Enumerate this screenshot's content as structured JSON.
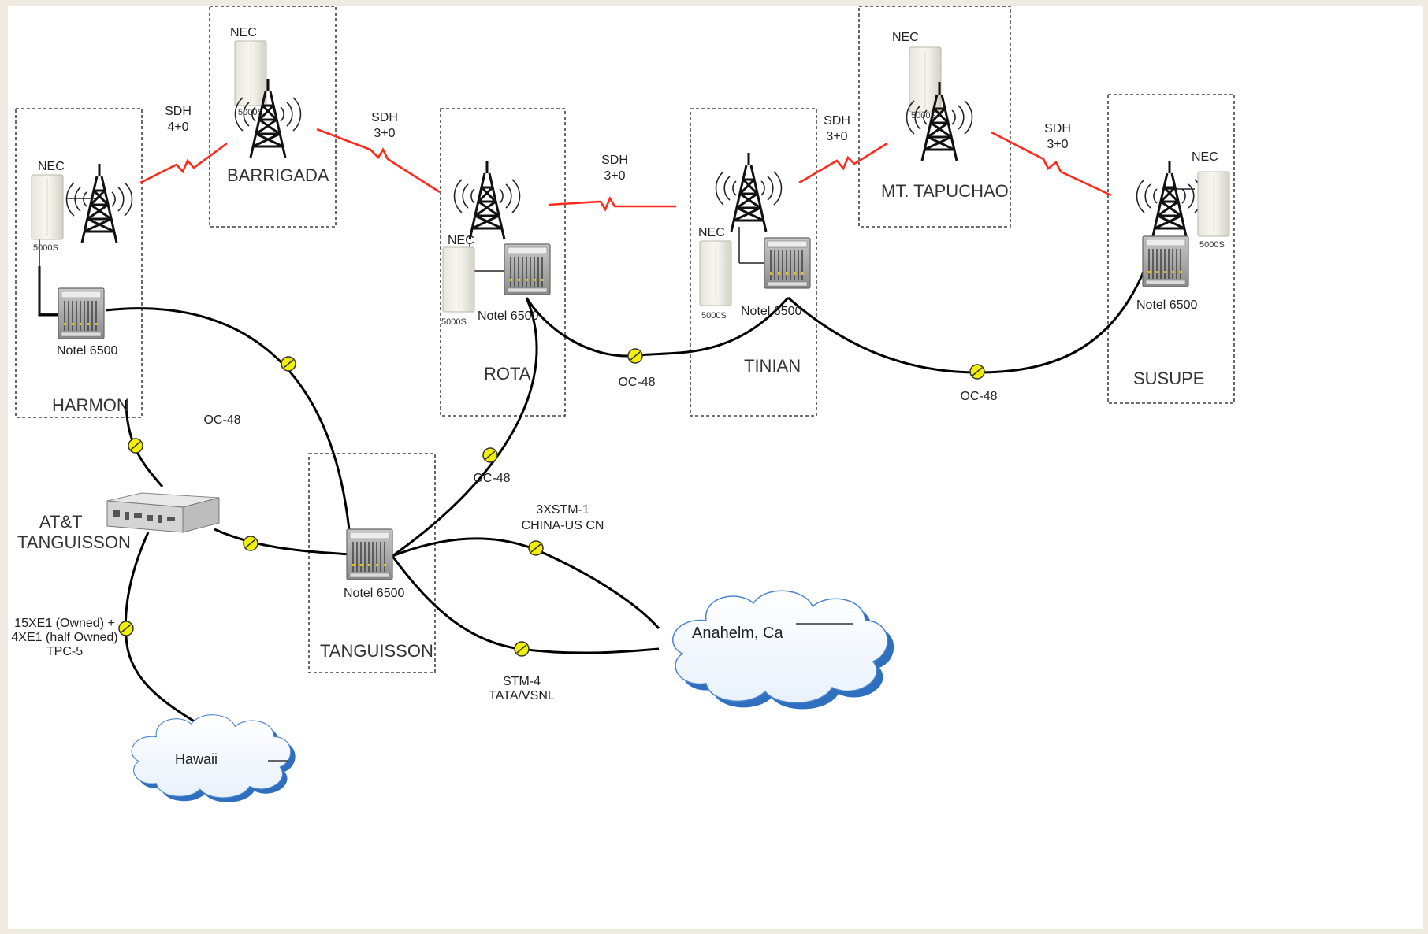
{
  "sites": {
    "barrigada": "BARRIGADA",
    "harmon": "HARMON",
    "rota": "ROTA",
    "tinian": "TINIAN",
    "tapuchao": "MT. TAPUCHAO",
    "susupe": "SUSUPE",
    "tanguisson": "TANGUISSON",
    "att": [
      "AT&T",
      "TANGUISSON"
    ]
  },
  "equipment": {
    "nec": "NEC",
    "nec_model": "5000S",
    "router": "Notel 6500"
  },
  "microwave_links": {
    "harmon_barrigada": [
      "SDH",
      "4+0"
    ],
    "barrigada_rota": [
      "SDH",
      "3+0"
    ],
    "rota_tinian": [
      "SDH",
      "3+0"
    ],
    "tinian_tapuchao": [
      "SDH",
      "3+0"
    ],
    "tapuchao_susupe": [
      "SDH",
      "3+0"
    ]
  },
  "fiber_links": {
    "oc48": "OC-48",
    "china_us": [
      "3XSTM-1",
      "CHINA-US CN"
    ],
    "tata": [
      "STM-4",
      "TATA/VSNL"
    ],
    "hawaii_link": [
      "15XE1 (Owned) +",
      "4XE1 (half Owned)",
      "TPC-5"
    ]
  },
  "clouds": {
    "anaheim": "Anahelm, Ca",
    "hawaii": "Hawaii"
  },
  "colors": {
    "background": "#efebe0",
    "microwave": "#ff2a1a",
    "fiber": "#000000",
    "marker": "#f2f000"
  }
}
